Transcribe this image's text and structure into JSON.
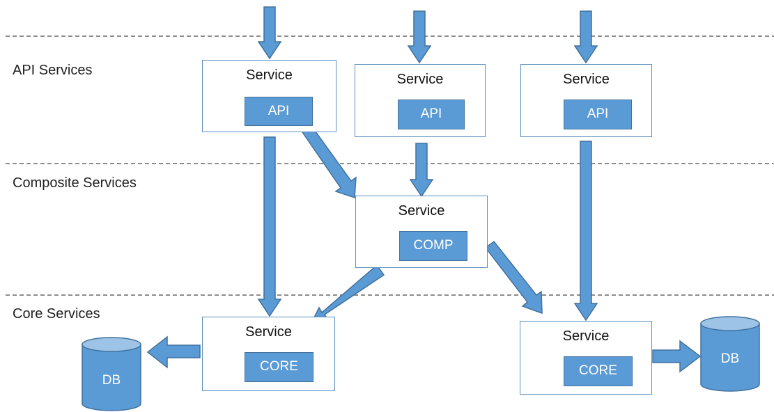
{
  "layers": {
    "api": "API Services",
    "composite": "Composite Services",
    "core": "Core Services"
  },
  "services": {
    "title": "Service",
    "api_badge": "API",
    "comp_badge": "COMP",
    "core_badge": "CORE"
  },
  "databases": {
    "label": "DB"
  },
  "colors": {
    "arrow_fill": "#5b9bd5",
    "arrow_stroke": "#41719c",
    "box_border": "#5a8fbf",
    "divider": "#666666"
  }
}
